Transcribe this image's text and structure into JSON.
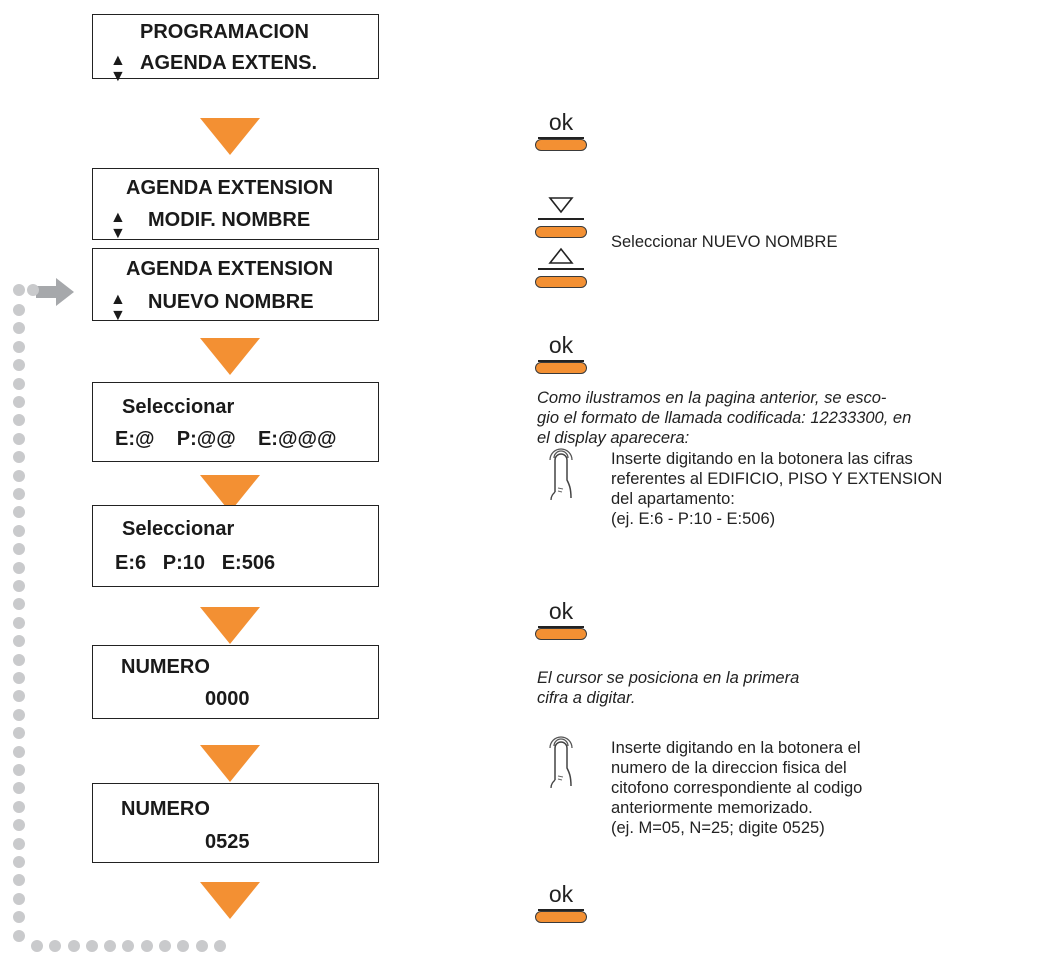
{
  "displays": [
    {
      "line1": "PROGRAMACION",
      "line2": "AGENDA EXTENS.",
      "arrows": true
    },
    {
      "line1": "AGENDA EXTENSION",
      "line2": "MODIF. NOMBRE",
      "arrows": true
    },
    {
      "line1": "AGENDA EXTENSION",
      "line2": "NUEVO NOMBRE",
      "arrows": true
    },
    {
      "line1": "Seleccionar",
      "line2": "E:@    P:@@    E:@@@",
      "arrows": false
    },
    {
      "line1": "Seleccionar",
      "line2": "E:6   P:10   E:506",
      "arrows": false
    },
    {
      "line1": "NUMERO",
      "line2": "0000",
      "arrows": false
    },
    {
      "line1": "NUMERO",
      "line2": "0525",
      "arrows": false
    }
  ],
  "keys": {
    "ok_label": "ok",
    "down_icon": "triangle-down-icon",
    "up_icon": "triangle-up-icon"
  },
  "instructions": {
    "select_new_name": "Seleccionar NUEVO NOMBRE",
    "note_format": "Como ilustramos en la pagina anterior, se esco-\ngio el formato de llamada codificada: 12233300, en\nel display aparecera:",
    "insert_building": "Inserte digitando en la botonera las cifras\nreferentes al EDIFICIO, PISO Y EXTENSION\ndel apartamento:\n(ej. E:6 - P:10 - E:506)",
    "note_cursor": "El cursor se posiciona en la primera\ncifra a digitar.",
    "insert_number": "Inserte digitando en la botonera el\nnumero de la direccion fisica del\ncitofono correspondiente al codigo\nanteriormente memorizado.\n(ej. M=05, N=25; digite 0525)"
  },
  "colors": {
    "accent_orange": "#f39033",
    "loop_gray": "#c9cacc",
    "pointer_gray": "#a6a8ab"
  }
}
